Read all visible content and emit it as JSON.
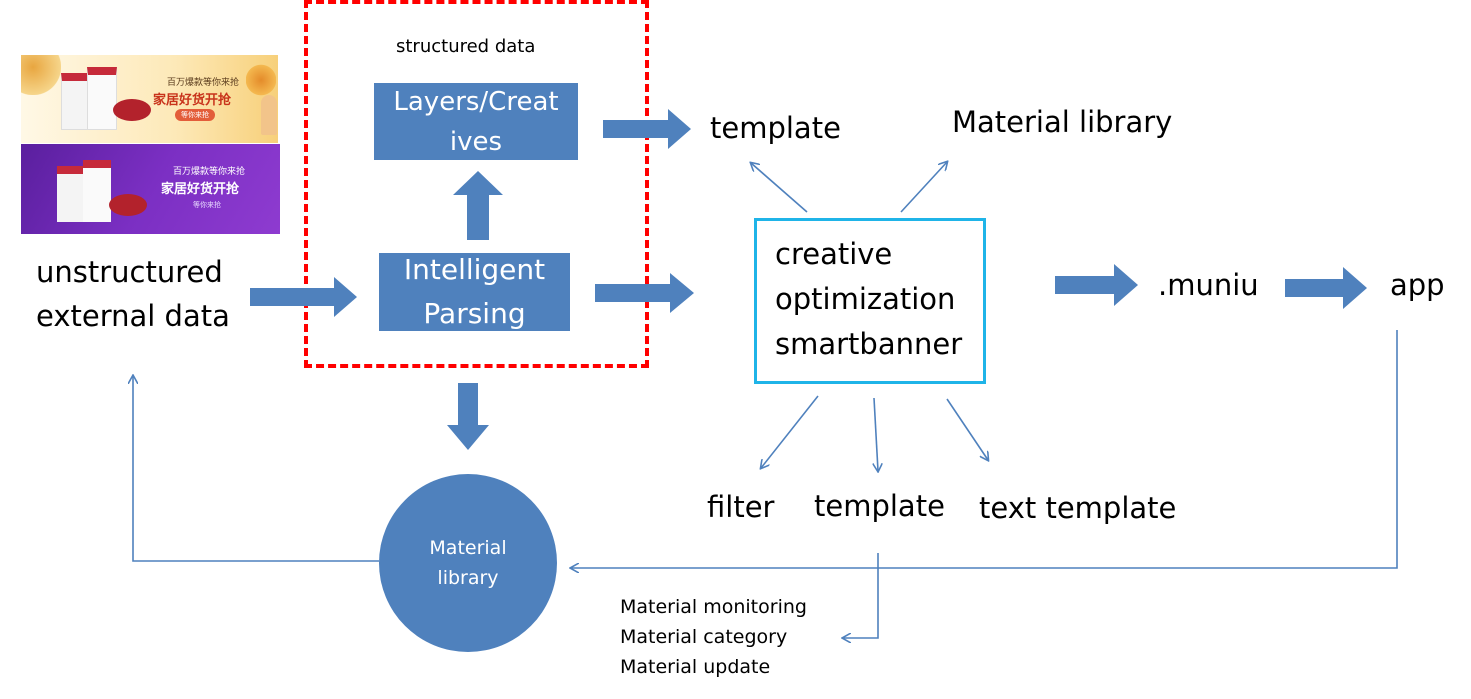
{
  "colors": {
    "box_fill": "#4f81bd",
    "arrow": "#4f81bd",
    "dashed_border": "#ff0000",
    "highlight_border": "#1fb4e8"
  },
  "banners": [
    {
      "small_text": "百万爆款等你来抢",
      "big_text": "家居好货开抢",
      "button_text": "等你来抢"
    },
    {
      "small_text": "百万爆款等你来抢",
      "big_text": "家居好货开抢",
      "button_text": "等你来抢"
    }
  ],
  "labels": {
    "unstructured_line1": "unstructured",
    "unstructured_line2": "external data",
    "structured_data": "structured data",
    "layers_line1": "Layers/Creat",
    "layers_line2": "ives",
    "parsing_line1": "Intelligent",
    "parsing_line2": "Parsing",
    "template_top": "template",
    "material_library_top": "Material library",
    "center_line1": "creative",
    "center_line2": "optimization",
    "center_line3": "smartbanner",
    "muniu": ".muniu",
    "app": "app",
    "filter": "filter",
    "template_bottom": "template",
    "text_template": "text template",
    "circle_line1": "Material",
    "circle_line2": "library",
    "monitoring": "Material monitoring",
    "category": "Material category",
    "update": "Material update"
  }
}
